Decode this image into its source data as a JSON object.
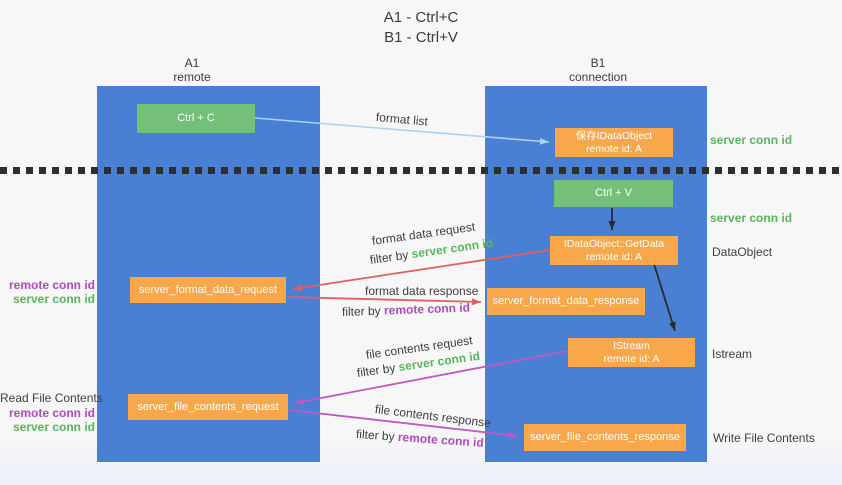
{
  "title": {
    "line1": "A1 - Ctrl+C",
    "line2": "B1 - Ctrl+V"
  },
  "lanes": {
    "left": {
      "title": "A1",
      "subtitle": "remote"
    },
    "right": {
      "title": "B1",
      "subtitle": "connection"
    }
  },
  "nodes": {
    "ctrl_c": {
      "label": "Ctrl + C"
    },
    "save_idataobject": {
      "line1": "保存IDataObject",
      "line2": "remote id: A"
    },
    "ctrl_v": {
      "label": "Ctrl + V"
    },
    "getdata": {
      "line1": "IDataObject::GetData",
      "line2": "remote id: A"
    },
    "server_format_data_request": {
      "label": "server_format_data_request"
    },
    "server_format_data_response": {
      "label": "server_format_data_response"
    },
    "istream": {
      "line1": "IStream",
      "line2": "remote id: A"
    },
    "server_file_contents_request": {
      "label": "server_file_contents_request"
    },
    "server_file_contents_response": {
      "label": "server_file_contents_response"
    }
  },
  "flow_labels": {
    "format_list": "format list",
    "format_data_request": "format data request",
    "format_data_request_filter": {
      "prefix": "filter by ",
      "value": "server conn id"
    },
    "format_data_response": "format data response",
    "format_data_response_filter": {
      "prefix": "filter by ",
      "value": "remote conn id"
    },
    "file_contents_request": "file contents request",
    "file_contents_request_filter": {
      "prefix": "filter by ",
      "value": "server conn id"
    },
    "file_contents_response": "file contents response",
    "file_contents_response_filter": {
      "prefix": "filter by ",
      "value": "remote conn id"
    }
  },
  "left_annotations": {
    "remote_conn_id_1": "remote conn id",
    "server_conn_id_1": "server conn id",
    "read_file_contents": "Read File Contents",
    "remote_conn_id_2": "remote conn id",
    "server_conn_id_2": "server conn id"
  },
  "right_annotations": {
    "server_conn_id_1": "server conn id",
    "server_conn_id_2": "server conn id",
    "dataobject": "DataObject",
    "istream": "Istream",
    "write_file_contents": "Write File Contents"
  },
  "colors": {
    "lane_blue": "#4a80d4",
    "node_orange": "#f8a84a",
    "node_green": "#74c078",
    "arrow_light_blue": "#a9d3ee",
    "arrow_red": "#e25f5f",
    "arrow_magenta": "#c158c1",
    "arrow_black": "#2b2b2b",
    "label_green": "#58b55c",
    "label_purple": "#ad4bbd",
    "text_dark": "#3f3f3f"
  }
}
